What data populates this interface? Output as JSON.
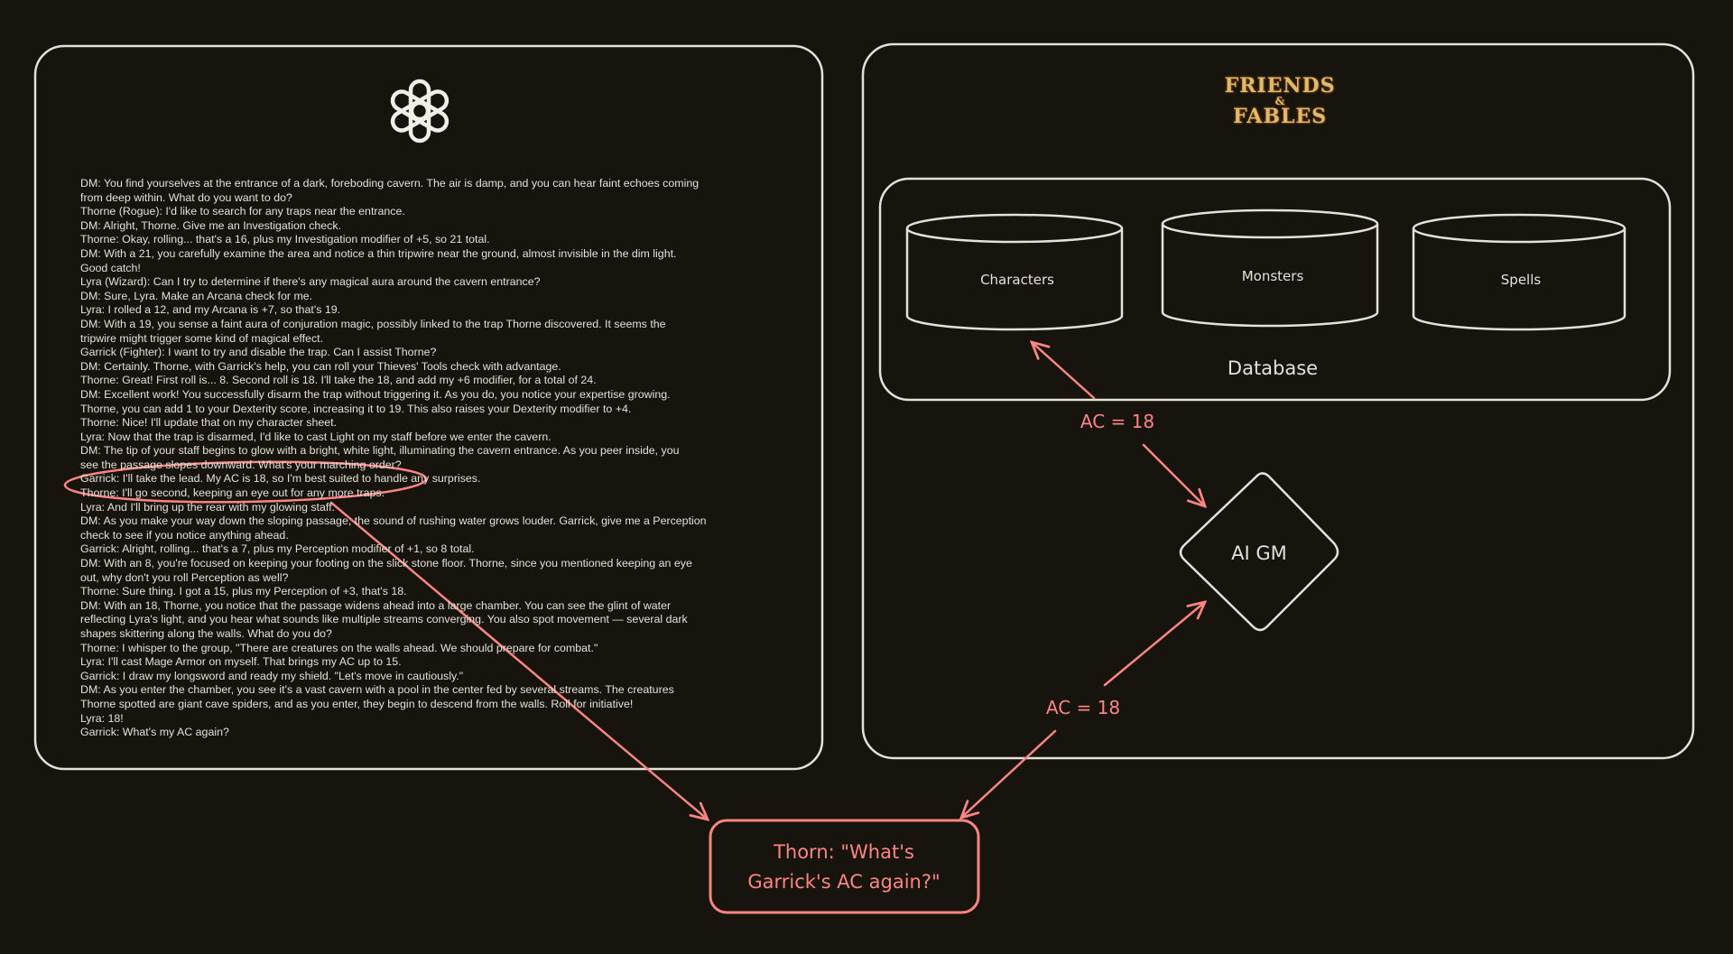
{
  "colors": {
    "background": "#16140c",
    "stroke": "#e4e1d6",
    "accent": "#ff8585",
    "logo_gold": "#e2b86a"
  },
  "left_panel": {
    "logo_icon": "openai-logo-icon",
    "transcript": [
      "DM: You find yourselves at the entrance of a dark, foreboding cavern. The air is damp, and you can hear faint echoes coming",
      "from deep within. What do you want to do?",
      "Thorne (Rogue): I'd like to search for any traps near the entrance.",
      "DM: Alright, Thorne. Give me an Investigation check.",
      "Thorne: Okay, rolling... that's a 16, plus my Investigation modifier of +5, so 21 total.",
      "DM: With a 21, you carefully examine the area and notice a thin tripwire near the ground, almost invisible in the dim light.",
      "Good catch!",
      "Lyra (Wizard): Can I try to determine if there's any magical aura around the cavern entrance?",
      "DM: Sure, Lyra. Make an Arcana check for me.",
      "Lyra: I rolled a 12, and my Arcana is +7, so that's 19.",
      "DM: With a 19, you sense a faint aura of conjuration magic, possibly linked to the trap Thorne discovered. It seems the",
      "tripwire might trigger some kind of magical effect.",
      "Garrick (Fighter): I want to try and disable the trap. Can I assist Thorne?",
      "DM: Certainly. Thorne, with Garrick's help, you can roll your Thieves' Tools check with advantage.",
      "Thorne: Great! First roll is... 8. Second roll is 18. I'll take the 18, and add my +6 modifier, for a total of 24.",
      "DM: Excellent work! You successfully disarm the trap without triggering it. As you do, you notice your expertise growing.",
      "Thorne, you can add 1 to your Dexterity score, increasing it to 19. This also raises your Dexterity modifier to +4.",
      "Thorne: Nice! I'll update that on my character sheet.",
      "Lyra: Now that the trap is disarmed, I'd like to cast Light on my staff before we enter the cavern.",
      "DM: The tip of your staff begins to glow with a bright, white light, illuminating the cavern entrance. As you peer inside, you",
      "see the passage slopes downward. What's your marching order?",
      "Garrick: I'll take the lead. My AC is 18, so I'm best suited to handle any surprises.",
      "Thorne: I'll go second, keeping an eye out for any more traps.",
      "Lyra: And I'll bring up the rear with my glowing staff.",
      "DM: As you make your way down the sloping passage, the sound of rushing water grows louder. Garrick, give me a Perception",
      "check to see if you notice anything ahead.",
      "Garrick: Alright, rolling... that's a 7, plus my Perception modifier of +1, so 8 total.",
      "DM: With an 8, you're focused on keeping your footing on the slick stone floor. Thorne, since you mentioned keeping an eye",
      "out, why don't you roll Perception as well?",
      "Thorne: Sure thing. I got a 15, plus my Perception of +3, that's 18.",
      "DM: With an 18, Thorne, you notice that the passage widens ahead into a large chamber. You can see the glint of water",
      "reflecting Lyra's light, and you hear what sounds like multiple streams converging. You also spot movement — several dark",
      "shapes skittering along the walls. What do you do?",
      "Thorne: I whisper to the group, \"There are creatures on the walls ahead. We should prepare for combat.\"",
      "Lyra: I'll cast Mage Armor on myself. That brings my AC up to 15.",
      "Garrick: I draw my longsword and ready my shield. \"Let's move in cautiously.\"",
      "DM: As you enter the chamber, you see it's a vast cavern with a pool in the center fed by several streams. The creatures",
      "Thorne spotted are giant cave spiders, and as you enter, they begin to descend from the walls. Roll for initiative!",
      "Lyra: 18!",
      "Garrick: What's my AC again?"
    ]
  },
  "right_panel": {
    "logo": {
      "line1": "FRIENDS",
      "amp": "&",
      "line2": "FABLES"
    },
    "database": {
      "label": "Database",
      "tables": [
        "Characters",
        "Monsters",
        "Spells"
      ]
    },
    "ai_gm": "AI GM",
    "edge_label_top": "AC = 18",
    "edge_label_bottom": "AC = 18"
  },
  "question_box": {
    "line1": "Thorn: \"What's",
    "line2": "Garrick's AC again?\""
  }
}
